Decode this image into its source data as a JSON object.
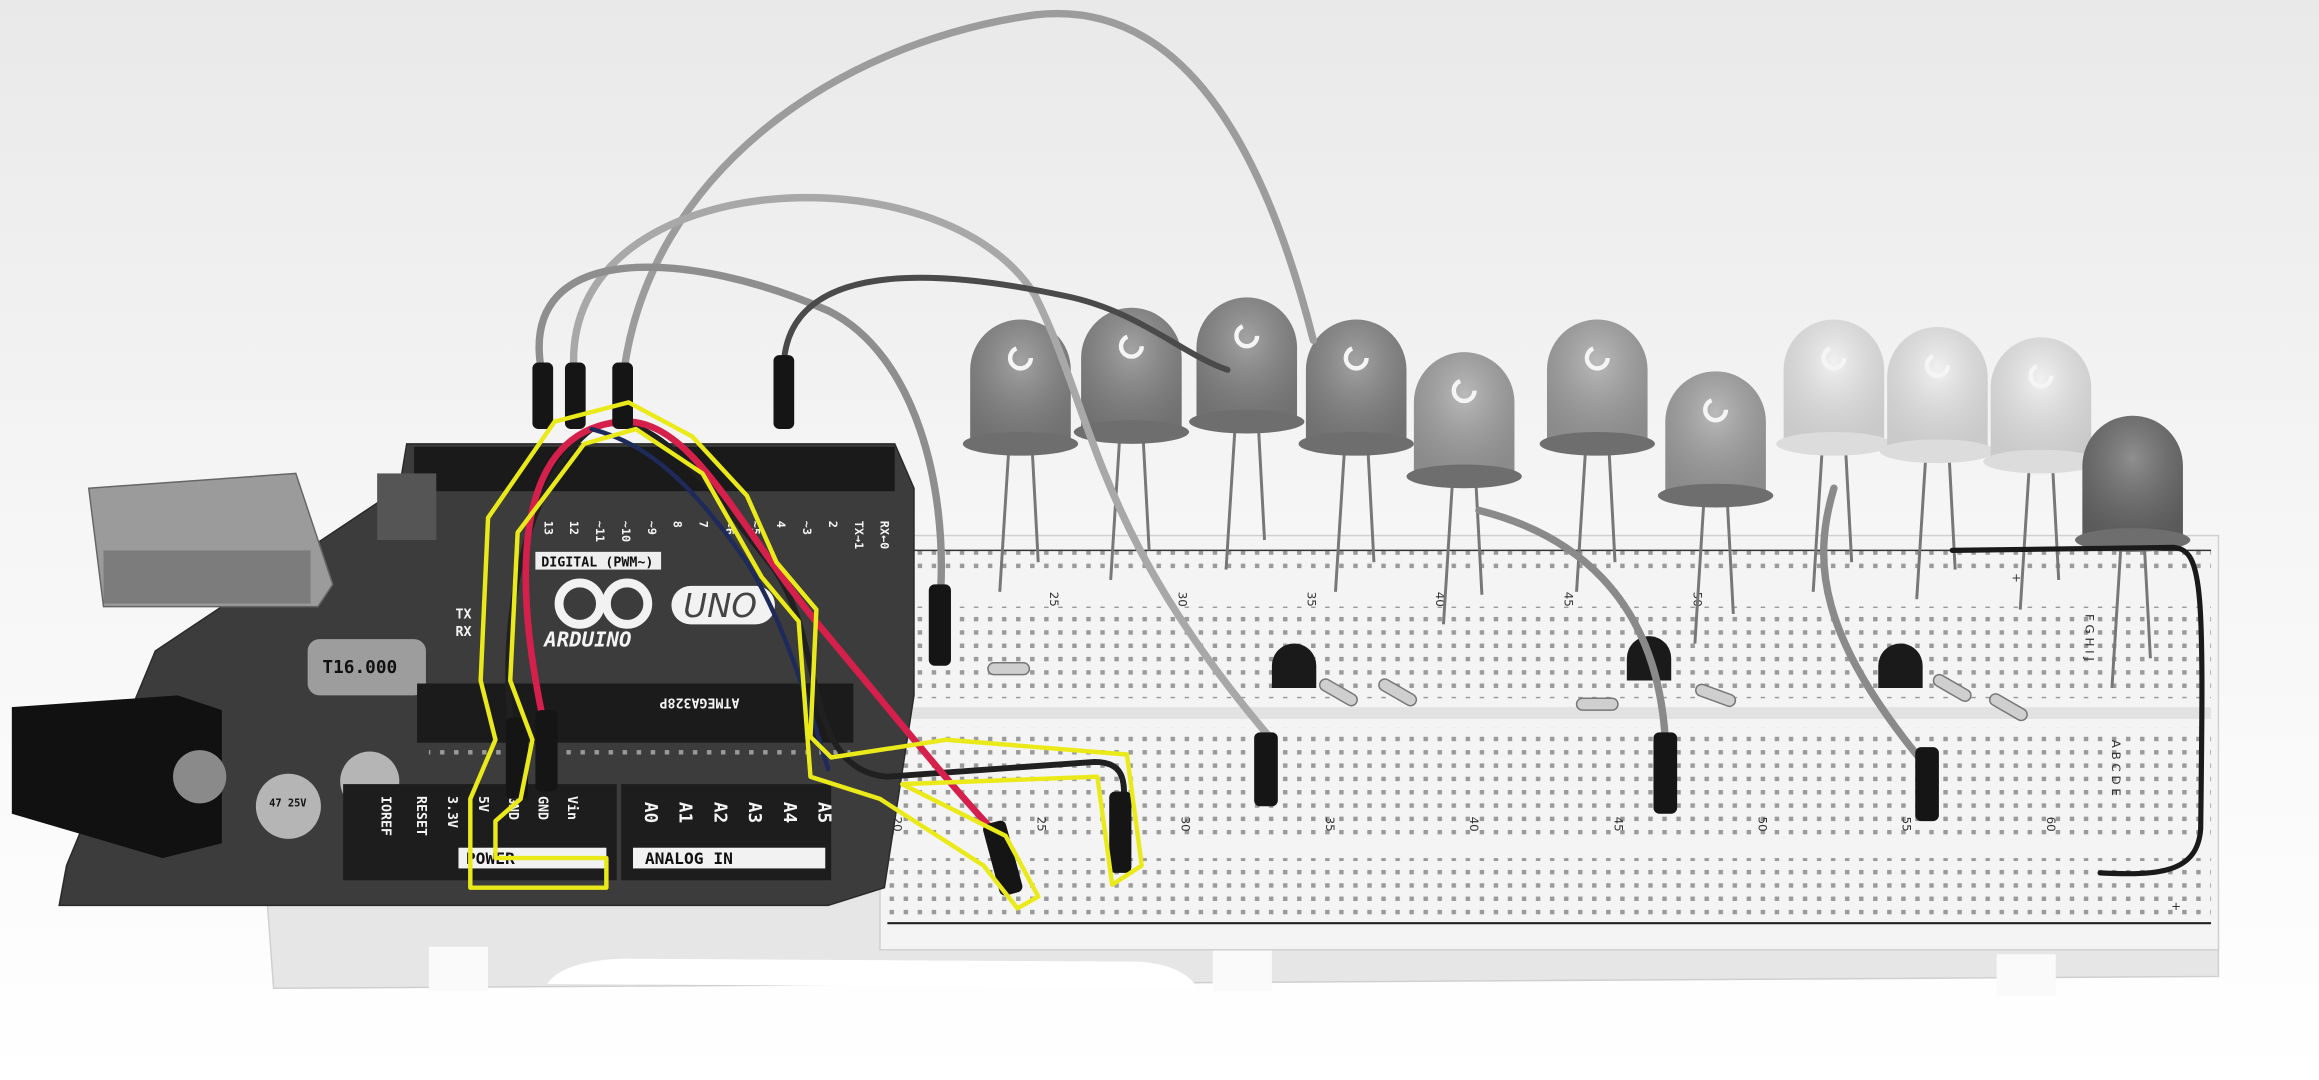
{
  "photo": {
    "colors": {
      "wire_red": "#d4204a",
      "outline_yellow": "#eaea1a",
      "board": "#3a3a3a",
      "breadboard": "#f3f3f3"
    },
    "arduino": {
      "logo_brand": "ARDUINO",
      "logo_model": "UNO",
      "digital_label": "DIGITAL (PWM~)",
      "digital_pins": [
        "13",
        "12",
        "~11",
        "~10",
        "~9",
        "8",
        "7",
        "~6",
        "~5",
        "4",
        "~3",
        "2",
        "TX→1",
        "RX←0"
      ],
      "tx_label": "TX",
      "rx_label": "RX",
      "power_label": "POWER",
      "power_pins": [
        "IOREF",
        "RESET",
        "3.3V",
        "5V",
        "GND",
        "GND",
        "Vin"
      ],
      "analog_label": "ANALOG IN",
      "analog_pins": [
        "A0",
        "A1",
        "A2",
        "A3",
        "A4",
        "A5"
      ],
      "crystal_marking": "T16.000",
      "chip_marking": "ATMEGA328P",
      "capacitor_marking": "47 25V"
    },
    "breadboard": {
      "near_numbers": [
        "20",
        "25",
        "30",
        "35",
        "40",
        "45",
        "50",
        "55",
        "60"
      ],
      "far_numbers": [
        "25",
        "30",
        "35",
        "40",
        "45",
        "50"
      ],
      "rows_near": "A B C D E",
      "rows_far": "F G H I J",
      "rail_plus": "+"
    },
    "leds": [
      "dim",
      "dim",
      "dim",
      "dim",
      "mid",
      "mid",
      "mid",
      "lit",
      "lit",
      "lit",
      "dark"
    ]
  }
}
